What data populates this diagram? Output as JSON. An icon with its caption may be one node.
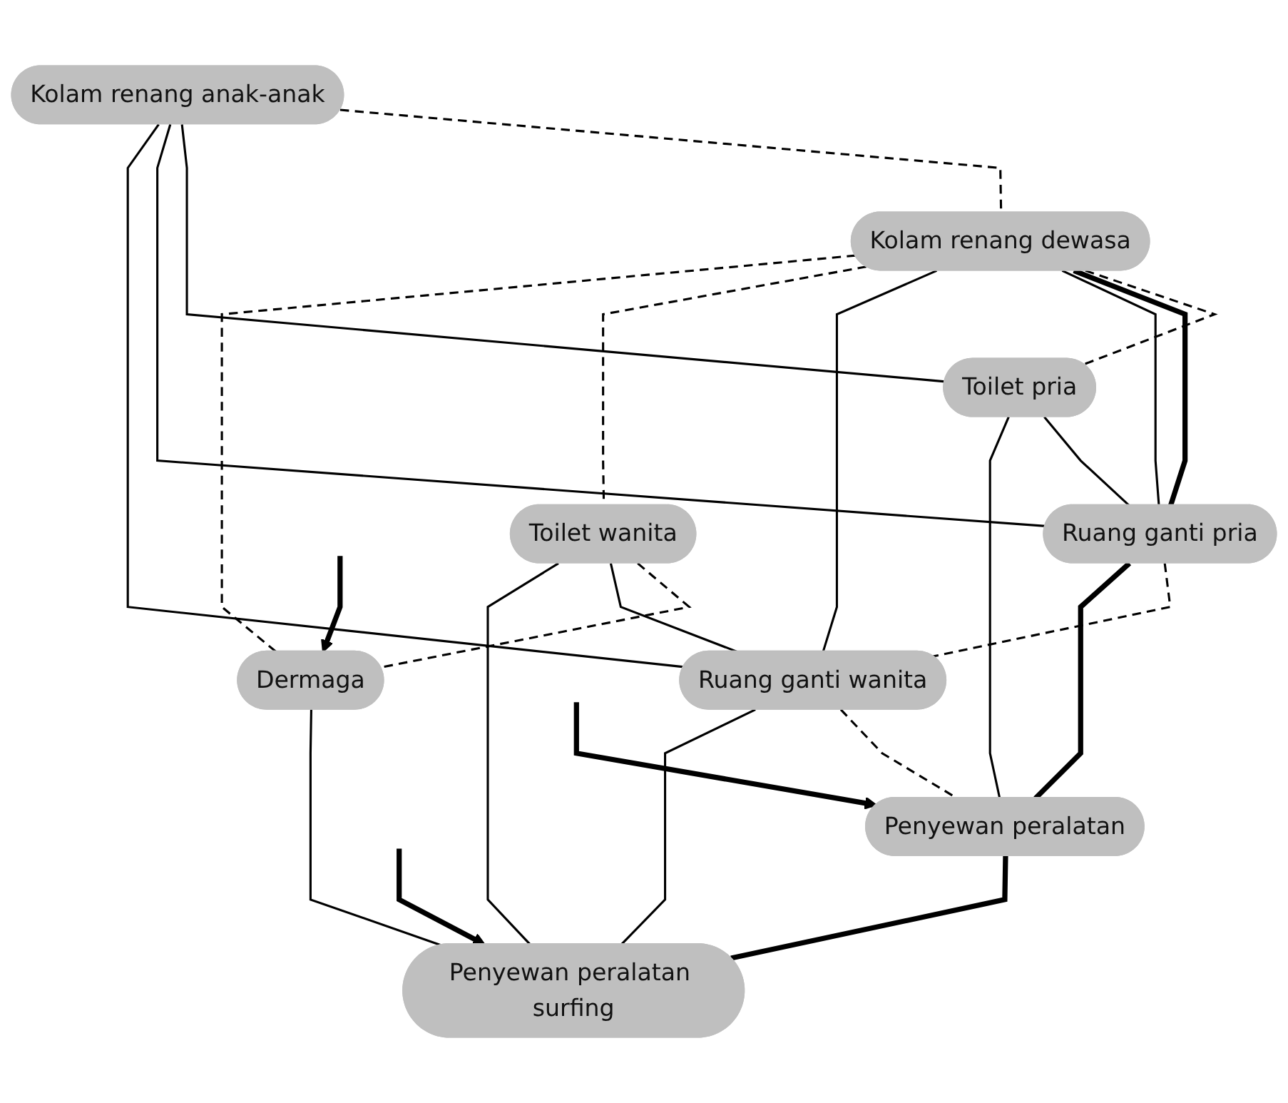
{
  "diagram": {
    "nodes": [
      {
        "text": [
          "Kolam renang anak-anak"
        ]
      },
      {
        "text": [
          "Kolam renang dewasa"
        ]
      },
      {
        "text": [
          "Toilet pria"
        ]
      },
      {
        "text": [
          "Toilet wanita"
        ]
      },
      {
        "text": [
          "Dermaga"
        ]
      },
      {
        "text": [
          "Ruang ganti pria"
        ]
      },
      {
        "text": [
          "Ruang ganti wanita"
        ]
      },
      {
        "text": [
          "Penyewan peralatan"
        ]
      },
      {
        "text": [
          "Penyewan peralatan surfing"
        ]
      }
    ],
    "edges": [
      {
        "from": 0,
        "to": 1,
        "arrow": "none",
        "style": "dashed"
      },
      {
        "from": 0,
        "to": 2,
        "arrow": "none"
      },
      {
        "from": 0,
        "to": 5,
        "arrow": "none"
      },
      {
        "from": 0,
        "to": 6,
        "arrow": "none"
      },
      {
        "from": 1,
        "to": 2,
        "arrow": "none",
        "style": "dashed"
      },
      {
        "from": 1,
        "to": 5,
        "arrow": "none",
        "style": "thick"
      },
      {
        "from": 1,
        "to": 5,
        "arrow": "none"
      },
      {
        "from": 1,
        "to": 6,
        "arrow": "none"
      },
      {
        "from": 1,
        "to": 3,
        "arrow": "none",
        "style": "dashed"
      },
      {
        "from": 1,
        "to": 4,
        "arrow": "none",
        "style": "dashed"
      },
      {
        "from": 2,
        "to": 5,
        "arrow": "none"
      },
      {
        "from": 2,
        "to": 7,
        "arrow": "none"
      },
      {
        "from": 3,
        "to": 4,
        "arrow": "none",
        "style": "dashed"
      },
      {
        "from": 3,
        "to": 6,
        "arrow": "none"
      },
      {
        "from": 3,
        "to": 8,
        "arrow": "none"
      },
      {
        "from": 4,
        "to": 8,
        "arrow": "none"
      },
      {
        "from": 5,
        "to": 6,
        "arrow": "none",
        "style": "dashed"
      },
      {
        "from": 5,
        "to": 7,
        "arrow": "none",
        "style": "thick"
      },
      {
        "from": 6,
        "to": 7,
        "arrow": "none",
        "style": "dashed"
      },
      {
        "from": 6,
        "to": 8,
        "arrow": "none"
      },
      {
        "from": 7,
        "to": 8,
        "arrow": "none",
        "style": "thick"
      },
      {
        "from": null,
        "to": 7,
        "arrow": "to",
        "style": "thick"
      },
      {
        "from": null,
        "to": 8,
        "arrow": "to",
        "style": "thick"
      },
      {
        "from": null,
        "to": 4,
        "arrow": "to",
        "style": "thick"
      }
    ]
  }
}
